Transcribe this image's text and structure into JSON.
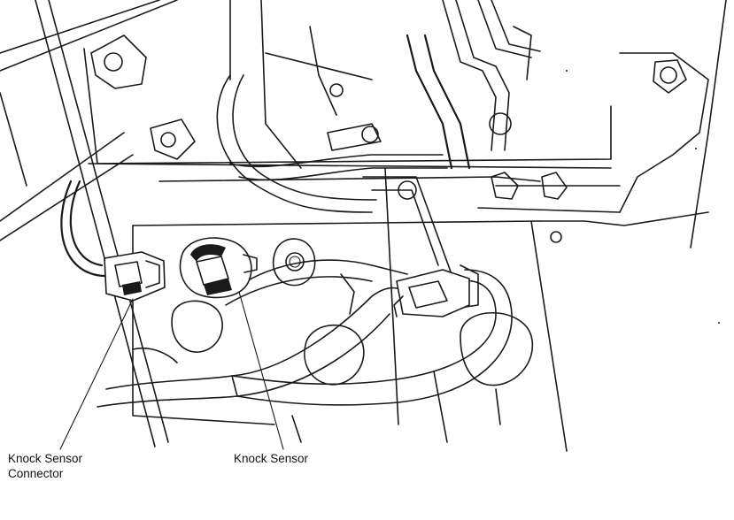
{
  "labels": {
    "knock_sensor_connector_line1": "Knock Sensor",
    "knock_sensor_connector_line2": "Connector",
    "knock_sensor": "Knock Sensor"
  },
  "colors": {
    "line": "#1a1a1a",
    "background": "#ffffff"
  }
}
